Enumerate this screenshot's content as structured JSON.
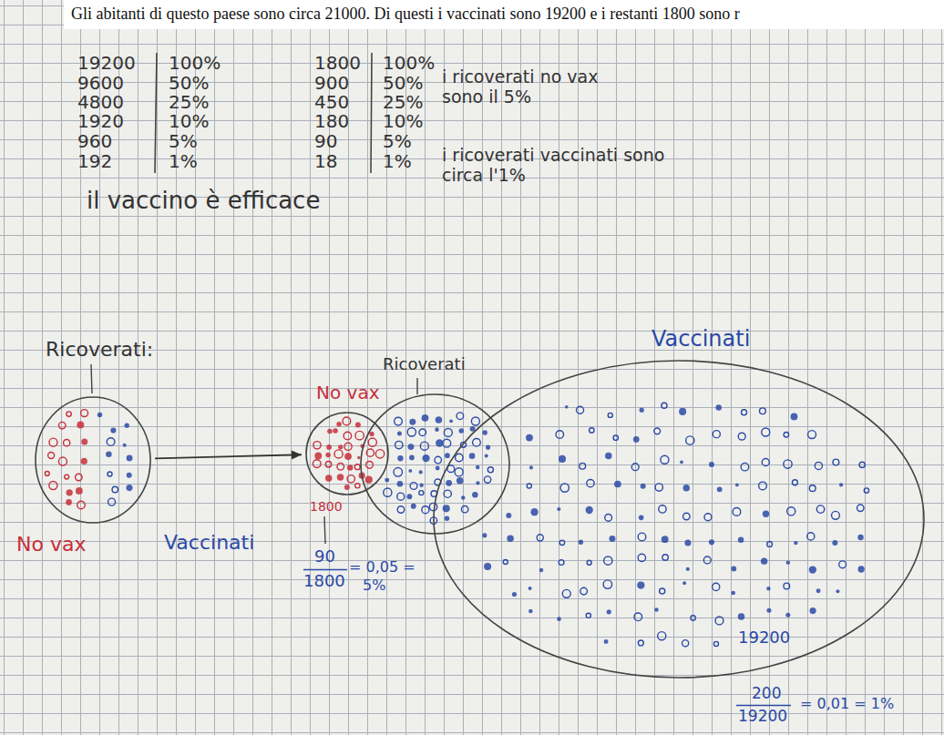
{
  "diagram": {
    "title": "Gli abitanti di questo paese sono circa 21000. Di questi i vaccinati sono 19200 e i restanti 1800 sono r",
    "nodes": [
      {
        "text": [
          "Ricoverati:"
        ]
      },
      {
        "text": [
          "No vax"
        ]
      },
      {
        "text": [
          "Ricoverati"
        ]
      },
      {
        "text": [
          "Vaccinati"
        ]
      }
    ],
    "edges": [
      {
        "from": 0,
        "to": 1,
        "arrow": "to"
      }
    ],
    "labels": [
      "19200",
      "100%",
      "9600",
      "50%",
      "4800",
      "25%",
      "1920",
      "10%",
      "960",
      "5%",
      "192",
      "1%",
      "1800",
      "100%",
      "900",
      "50%",
      "450",
      "25%",
      "180",
      "10%",
      "90",
      "5%",
      "18",
      "1%",
      "i ricoverati no vax sono il 5%",
      "i ricoverati vaccinati sono circa l'1%",
      "il vaccino è efficace",
      "No vax",
      "Vaccinati",
      "1800",
      "90",
      "1800",
      "= 0,05 =",
      "5%",
      "19200",
      "200",
      "19200",
      "= 0,01 = 1%"
    ]
  }
}
